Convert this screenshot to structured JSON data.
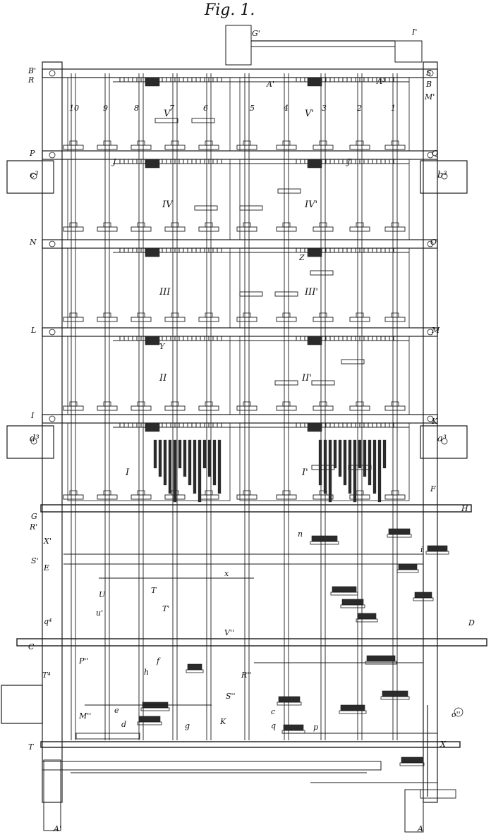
{
  "figure_title": "Fig. 1.",
  "colors": {
    "ink": "#1a1a1a",
    "paper": "#ffffff",
    "fill": "#2b2b2b"
  },
  "tier_labels": [
    "V",
    "V'",
    "IV",
    "IV'",
    "III",
    "III'",
    "II",
    "II'",
    "I",
    "I'",
    "T",
    "T'"
  ],
  "column_numbers": [
    "10",
    "9",
    "8",
    "7",
    "6",
    "5",
    "4",
    "3",
    "2",
    "1"
  ],
  "side_labels": {
    "b_prime": "B'",
    "r": "R",
    "p": "P",
    "n": "N",
    "l": "L",
    "i": "I",
    "g": "G",
    "r_prime": "R'",
    "x_prime": "X'",
    "e": "E",
    "s_prime": "S'",
    "c": "C",
    "t": "T",
    "a_prime": "A'",
    "s": "S",
    "b": "B",
    "m_prime": "M'",
    "q": "Q",
    "o": "O",
    "m": "M",
    "k": "K",
    "f": "F",
    "h": "H",
    "d": "D",
    "x": "X",
    "a": "A",
    "g_prime": "G'",
    "i_prime": "I'"
  },
  "blocks": {
    "left_upper": "c³",
    "right_upper": "b³",
    "left_lower": "d³",
    "right_lower": "a³"
  },
  "rack_labels": {
    "j": "J",
    "j_prime": "J'",
    "a3": "A³",
    "a_prime": "A'",
    "z": "Z",
    "y": "Y"
  },
  "lower_labels": {
    "q4": "q⁴",
    "t4": "T⁴",
    "u": "U",
    "u_prime": "u'",
    "m_dprime": "M''",
    "p_dprime": "P''",
    "v_dprime": "V''",
    "r_dprime": "R''",
    "s_dprime": "S''",
    "k": "K",
    "h": "h",
    "e": "e",
    "f": "f",
    "g": "g",
    "d": "d",
    "c": "c",
    "p": "p",
    "q": "q",
    "o_dprime": "o''",
    "i": "i",
    "n": "n",
    "x": "x"
  }
}
